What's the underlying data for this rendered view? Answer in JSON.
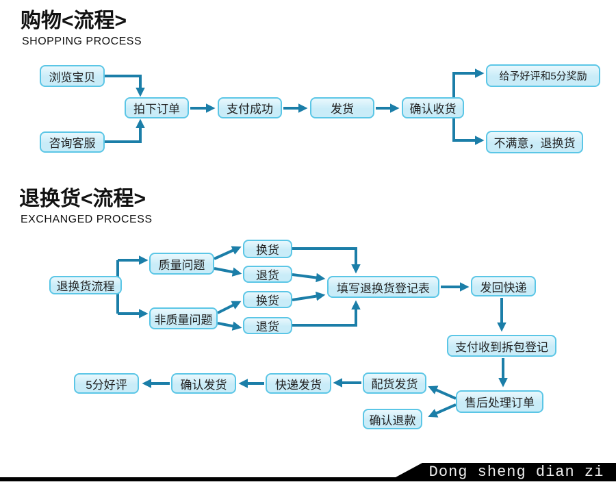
{
  "colors": {
    "connector": "#1b7ea8",
    "box_border": "#5bc6e6",
    "box_fill": "#c9ecf8",
    "box_fill_top": "#e9f8fd",
    "box_text": "#222222",
    "title_color": "#111111",
    "footer_bg": "#000000",
    "footer_text": "#ededed"
  },
  "sections": [
    {
      "title": "购物<流程>",
      "subtitle": "SHOPPING PROCESS"
    },
    {
      "title": "退换货<流程>",
      "subtitle": "EXCHANGED PROCESS"
    }
  ],
  "nodes": {
    "browse": "浏览宝贝",
    "consult": "咨询客服",
    "order": "拍下订单",
    "payment": "支付成功",
    "ship": "发货",
    "confirm_receipt": "确认收货",
    "good_review": "给予好评和5分奖励",
    "unsatisfied": "不满意，退换货",
    "exchange_process": "退换货流程",
    "quality_issue": "质量问题",
    "non_quality_issue": "非质量问题",
    "exchange1": "换货",
    "return1": "退货",
    "exchange2": "换货",
    "return2": "退货",
    "fill_form": "填写退换货登记表",
    "send_back": "发回快递",
    "unpack_register": "支付收到拆包登记",
    "aftersales": "售后处理订单",
    "allocate_ship": "配货发货",
    "confirm_refund": "确认退款",
    "express_ship": "快递发货",
    "confirm_ship": "确认发货",
    "five_star": "5分好评"
  },
  "edges": {
    "shopping": [
      [
        "browse",
        "order"
      ],
      [
        "consult",
        "order"
      ],
      [
        "order",
        "payment"
      ],
      [
        "payment",
        "ship"
      ],
      [
        "ship",
        "confirm_receipt"
      ],
      [
        "confirm_receipt",
        "good_review"
      ],
      [
        "confirm_receipt",
        "unsatisfied"
      ]
    ],
    "exchange": [
      [
        "exchange_process",
        "quality_issue"
      ],
      [
        "exchange_process",
        "non_quality_issue"
      ],
      [
        "quality_issue",
        "exchange1"
      ],
      [
        "quality_issue",
        "return1"
      ],
      [
        "non_quality_issue",
        "exchange2"
      ],
      [
        "non_quality_issue",
        "return2"
      ],
      [
        "exchange1",
        "fill_form"
      ],
      [
        "return1",
        "fill_form"
      ],
      [
        "exchange2",
        "fill_form"
      ],
      [
        "return2",
        "fill_form"
      ],
      [
        "fill_form",
        "send_back"
      ],
      [
        "send_back",
        "unpack_register"
      ],
      [
        "unpack_register",
        "aftersales"
      ],
      [
        "aftersales",
        "allocate_ship"
      ],
      [
        "aftersales",
        "confirm_refund"
      ],
      [
        "allocate_ship",
        "express_ship"
      ],
      [
        "express_ship",
        "confirm_ship"
      ],
      [
        "confirm_ship",
        "five_star"
      ]
    ]
  },
  "footer": {
    "brand": "Dong sheng dian zi"
  }
}
